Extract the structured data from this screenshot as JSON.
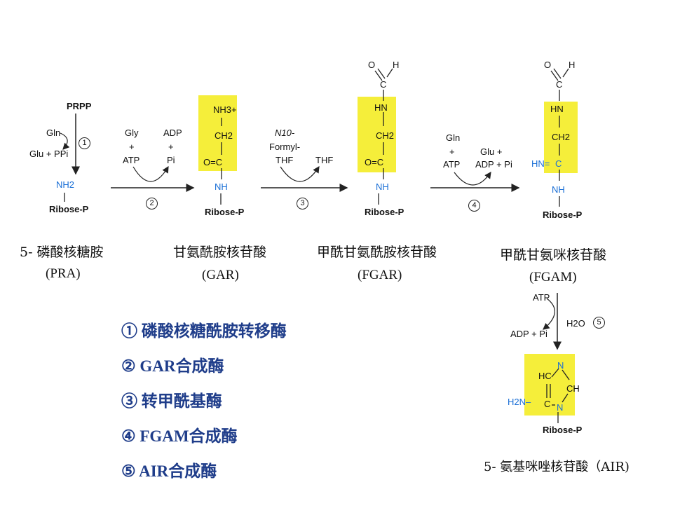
{
  "compounds": {
    "pra": {
      "cn": "5- 磷酸核糖胺",
      "abbr": "(PRA)"
    },
    "gar": {
      "cn": "甘氨酰胺核苷酸",
      "abbr": "(GAR)"
    },
    "fgar": {
      "cn": "甲酰甘氨酰胺核苷酸",
      "abbr": "(FGAR)"
    },
    "fgam": {
      "cn": "甲酰甘氨咪核苷酸",
      "abbr": "(FGAM)"
    },
    "air": {
      "cn": "5- 氨基咪唑核苷酸（AIR)"
    }
  },
  "steps": {
    "s1": {
      "num": "1",
      "top": "PRPP",
      "in": "Gln",
      "out": "Glu + PPi"
    },
    "s2": {
      "num": "2",
      "in1": "Gly",
      "plus1": "+",
      "in2": "ATP",
      "out1": "ADP",
      "plus2": "+",
      "out2": "Pi"
    },
    "s3": {
      "num": "3",
      "in1": "N10-",
      "in2": "Formyl-",
      "in3": "THF",
      "out": "THF"
    },
    "s4": {
      "num": "4",
      "in1": "Gln",
      "plus": "+",
      "in2": "ATP",
      "out1": "Glu +",
      "out2": "ADP + Pi"
    },
    "s5": {
      "num": "5",
      "in": "ATP",
      "out1": "H2O",
      "out2": "ADP + Pi"
    }
  },
  "atoms": {
    "nh2": "NH2",
    "ribose": "Ribose-P",
    "nh3": "NH3+",
    "ch2": "CH2",
    "co": "O=C",
    "nh": "NH",
    "o": "O",
    "h": "H",
    "c": "C",
    "hn": "HN",
    "hne": "HN=",
    "hc": "HC",
    "n": "N",
    "ch": "CH",
    "h2n": "H2N–"
  },
  "enzymes": [
    "① 磷酸核糖酰胺转移酶",
    "② GAR合成酶",
    "③ 转甲酰基酶",
    "④ FGAM合成酶",
    "⑤ AIR合成酶"
  ],
  "colors": {
    "highlight": "#f5ee3a",
    "enzyme_text": "#1f3d8a",
    "atom_blue": "#1a6fd6"
  }
}
